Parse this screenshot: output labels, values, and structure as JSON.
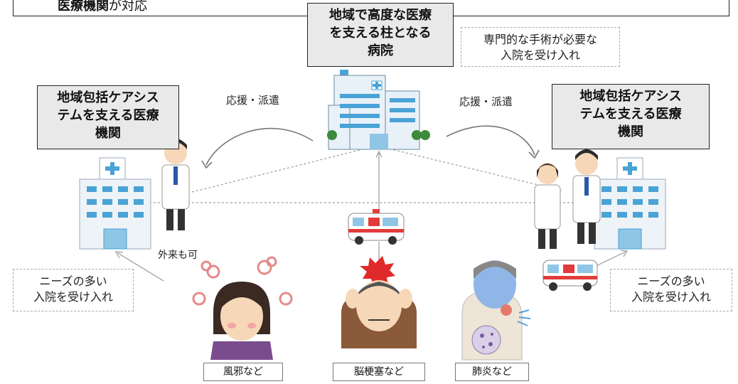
{
  "header": {
    "bold": "医療機関",
    "rest": "が対応"
  },
  "center_box": {
    "lines": [
      "地域で高度な医療",
      "を支える柱となる",
      "病院"
    ]
  },
  "center_note": {
    "lines": [
      "専門的な手術が必要な",
      "入院を受け入れ"
    ]
  },
  "left_box": {
    "lines": [
      "地域包括ケアシス",
      "テムを支える医療",
      "機関"
    ]
  },
  "right_box": {
    "lines": [
      "地域包括ケアシス",
      "テムを支える医療",
      "機関"
    ]
  },
  "support_left": "応援・派遣",
  "support_right": "応援・派遣",
  "outpatient": "外来も可",
  "needs_left": {
    "lines": [
      "ニーズの多い",
      "入院を受け入れ"
    ]
  },
  "needs_right": {
    "lines": [
      "ニーズの多い",
      "入院を受け入れ"
    ]
  },
  "captions": {
    "cold": "風邪など",
    "stroke": "脳梗塞など",
    "pneumonia": "肺炎など"
  },
  "colors": {
    "box_fill": "#e9e9e9",
    "building": "#4aa3d6",
    "ambulance_red": "#e23b3b",
    "doctor_coat": "#ffffff"
  }
}
